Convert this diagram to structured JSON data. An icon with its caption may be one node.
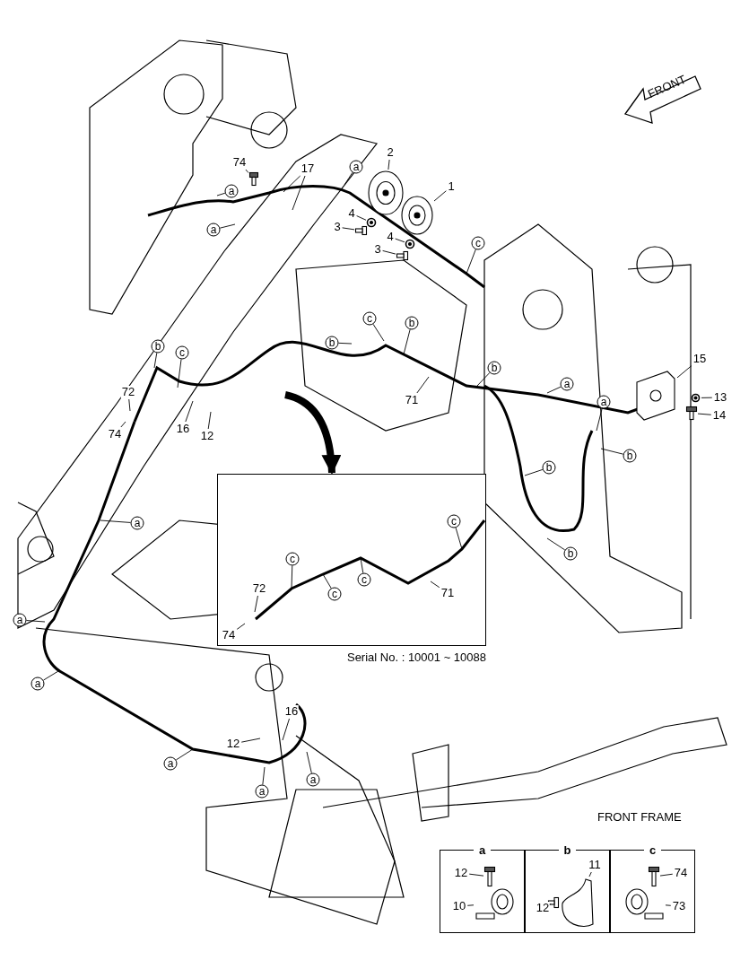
{
  "diagram": {
    "nodes": [
      {
        "text": [
          "FRONT"
        ]
      },
      {
        "text": [
          "74"
        ]
      },
      {
        "text": [
          "a"
        ]
      },
      {
        "text": [
          "a"
        ]
      },
      {
        "text": [
          "17"
        ]
      },
      {
        "text": [
          "a"
        ]
      },
      {
        "text": [
          "2"
        ]
      },
      {
        "text": [
          "1"
        ]
      },
      {
        "text": [
          "4"
        ]
      },
      {
        "text": [
          "3"
        ]
      },
      {
        "text": [
          "4"
        ]
      },
      {
        "text": [
          "3"
        ]
      },
      {
        "text": [
          "c"
        ]
      },
      {
        "text": [
          "b"
        ]
      },
      {
        "text": [
          "c"
        ]
      },
      {
        "text": [
          "c"
        ]
      },
      {
        "text": [
          "b"
        ]
      },
      {
        "text": [
          "b"
        ]
      },
      {
        "text": [
          "72"
        ]
      },
      {
        "text": [
          "74"
        ]
      },
      {
        "text": [
          "16"
        ]
      },
      {
        "text": [
          "12"
        ]
      },
      {
        "text": [
          "71"
        ]
      },
      {
        "text": [
          "b"
        ]
      },
      {
        "text": [
          "a"
        ]
      },
      {
        "text": [
          "a"
        ]
      },
      {
        "text": [
          "15"
        ]
      },
      {
        "text": [
          "13"
        ]
      },
      {
        "text": [
          "14"
        ]
      },
      {
        "text": [
          "b"
        ]
      },
      {
        "text": [
          "b"
        ]
      },
      {
        "text": [
          "b"
        ]
      },
      {
        "text": [
          "a"
        ]
      },
      {
        "text": [
          "a"
        ]
      },
      {
        "text": [
          "a"
        ]
      },
      {
        "text": [
          "16"
        ]
      },
      {
        "text": [
          "12"
        ]
      },
      {
        "text": [
          "a"
        ]
      },
      {
        "text": [
          "a"
        ]
      },
      {
        "text": [
          "a"
        ]
      },
      {
        "text": [],
        "shape": "box",
        "beside": [
          "Serial No. : 10001 ~ 10088"
        ]
      },
      {
        "text": [
          "c"
        ],
        "in": 40
      },
      {
        "text": [
          "c"
        ],
        "in": 40
      },
      {
        "text": [
          "c"
        ],
        "in": 40
      },
      {
        "text": [
          "c"
        ],
        "in": 40
      },
      {
        "text": [
          "72"
        ],
        "in": 40
      },
      {
        "text": [
          "74"
        ],
        "in": 40
      },
      {
        "text": [
          "71"
        ],
        "in": 40
      },
      {
        "text": [
          "a"
        ]
      },
      {
        "text": [
          "b"
        ]
      },
      {
        "text": [
          "c"
        ]
      },
      {
        "text": [
          "12"
        ],
        "in": 48
      },
      {
        "text": [
          "10"
        ],
        "in": 48
      },
      {
        "text": [
          "11"
        ],
        "in": 49
      },
      {
        "text": [
          "12"
        ],
        "in": 49
      },
      {
        "text": [
          "74"
        ],
        "in": 50
      },
      {
        "text": [
          "73"
        ],
        "in": 50
      },
      {
        "text": [],
        "shape": "picture"
      },
      {
        "text": [],
        "shape": "picture"
      },
      {
        "text": [],
        "shape": "circle"
      },
      {
        "text": [],
        "shape": "picture"
      },
      {
        "text": [],
        "shape": "circle"
      },
      {
        "text": [],
        "shape": "picture"
      },
      {
        "text": [],
        "shape": "circle"
      },
      {
        "text": [],
        "shape": "picture"
      },
      {
        "text": [],
        "shape": "picture"
      },
      {
        "text": [],
        "shape": "picture",
        "in": 48
      },
      {
        "text": [],
        "shape": "picture",
        "in": 48
      },
      {
        "text": [],
        "shape": "picture",
        "in": 49
      },
      {
        "text": [],
        "shape": "picture",
        "in": 49
      },
      {
        "text": [],
        "shape": "picture",
        "in": 50
      },
      {
        "text": [],
        "shape": "picture",
        "in": 50
      },
      {
        "text": [],
        "shape": "picture"
      }
    ],
    "edges": [
      {
        "from": 1,
        "to": 72,
        "arrow": "none"
      },
      {
        "from": 2,
        "to": null,
        "arrow": "none"
      },
      {
        "from": 3,
        "to": null,
        "arrow": "none"
      },
      {
        "from": 4,
        "to": null,
        "arrow": "none"
      },
      {
        "from": 4,
        "to": null,
        "arrow": "none"
      },
      {
        "from": 5,
        "to": null,
        "arrow": "none"
      },
      {
        "from": 6,
        "to": 57,
        "arrow": "none"
      },
      {
        "from": 7,
        "to": 58,
        "arrow": "none"
      },
      {
        "from": 8,
        "to": 59,
        "arrow": "none"
      },
      {
        "from": 9,
        "to": 60,
        "arrow": "none"
      },
      {
        "from": 10,
        "to": 61,
        "arrow": "none"
      },
      {
        "from": 11,
        "to": 62,
        "arrow": "none"
      },
      {
        "from": 12,
        "to": null,
        "arrow": "none"
      },
      {
        "from": 13,
        "to": null,
        "arrow": "none"
      },
      {
        "from": 14,
        "to": null,
        "arrow": "none"
      },
      {
        "from": 15,
        "to": null,
        "arrow": "none"
      },
      {
        "from": 16,
        "to": null,
        "arrow": "none"
      },
      {
        "from": 17,
        "to": null,
        "arrow": "none"
      },
      {
        "from": 18,
        "to": null,
        "arrow": "none"
      },
      {
        "from": 19,
        "to": null,
        "arrow": "none"
      },
      {
        "from": 20,
        "to": null,
        "arrow": "none"
      },
      {
        "from": 21,
        "to": null,
        "arrow": "none"
      },
      {
        "from": 22,
        "to": null,
        "arrow": "none"
      },
      {
        "from": 23,
        "to": null,
        "arrow": "none"
      },
      {
        "from": 24,
        "to": null,
        "arrow": "none"
      },
      {
        "from": 25,
        "to": null,
        "arrow": "none"
      },
      {
        "from": 26,
        "to": 65,
        "arrow": "none"
      },
      {
        "from": 27,
        "to": 63,
        "arrow": "none"
      },
      {
        "from": 28,
        "to": 64,
        "arrow": "none"
      },
      {
        "from": 29,
        "to": null,
        "arrow": "none"
      },
      {
        "from": 30,
        "to": null,
        "arrow": "none"
      },
      {
        "from": 31,
        "to": null,
        "arrow": "none"
      },
      {
        "from": 32,
        "to": null,
        "arrow": "none"
      },
      {
        "from": 33,
        "to": null,
        "arrow": "none"
      },
      {
        "from": 34,
        "to": null,
        "arrow": "none"
      },
      {
        "from": 35,
        "to": null,
        "arrow": "none"
      },
      {
        "from": 36,
        "to": null,
        "arrow": "none"
      },
      {
        "from": 37,
        "to": null,
        "arrow": "none"
      },
      {
        "from": 38,
        "to": null,
        "arrow": "none"
      },
      {
        "from": 39,
        "to": null,
        "arrow": "none"
      },
      {
        "from": 41,
        "to": null,
        "arrow": "none"
      },
      {
        "from": 42,
        "to": null,
        "arrow": "none"
      },
      {
        "from": 43,
        "to": null,
        "arrow": "none"
      },
      {
        "from": 44,
        "to": null,
        "arrow": "none"
      },
      {
        "from": 45,
        "to": null,
        "arrow": "none"
      },
      {
        "from": 46,
        "to": null,
        "arrow": "none"
      },
      {
        "from": 47,
        "to": null,
        "arrow": "none"
      },
      {
        "from": 51,
        "to": 66,
        "arrow": "none"
      },
      {
        "from": 52,
        "to": 67,
        "arrow": "none"
      },
      {
        "from": 53,
        "to": 68,
        "arrow": "none"
      },
      {
        "from": 54,
        "to": 69,
        "arrow": "none"
      },
      {
        "from": 55,
        "to": 70,
        "arrow": "none"
      },
      {
        "from": 56,
        "to": 71,
        "arrow": "none"
      },
      {
        "from": null,
        "to": 40,
        "arrow": "to",
        "style": "thick"
      }
    ],
    "labels": [
      "FRONT FRAME"
    ]
  }
}
